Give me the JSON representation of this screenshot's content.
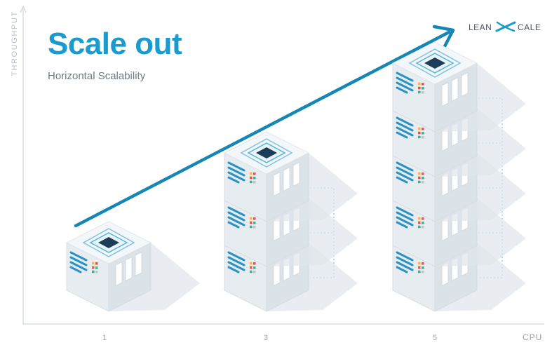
{
  "title": "Scale out",
  "subtitle": "Horizontal Scalability",
  "y_axis_label": "THROUGHPUT",
  "x_axis_label": "CPU",
  "x_ticks": [
    "1",
    "3",
    "5"
  ],
  "brand": {
    "left": "LEAN",
    "right": "CALE"
  },
  "server_stacks": [
    {
      "cpu": "1",
      "servers": 1
    },
    {
      "cpu": "3",
      "servers": 3
    },
    {
      "cpu": "5",
      "servers": 5
    }
  ],
  "colors": {
    "accent": "#1a9bd0",
    "trend_arrow": "#1687b4",
    "server_face": "#f4f7f9",
    "chip": "#1c3c5a"
  },
  "icons": [
    "server-icon",
    "chip-icon",
    "trend-arrow",
    "lean-xcale-logo"
  ]
}
